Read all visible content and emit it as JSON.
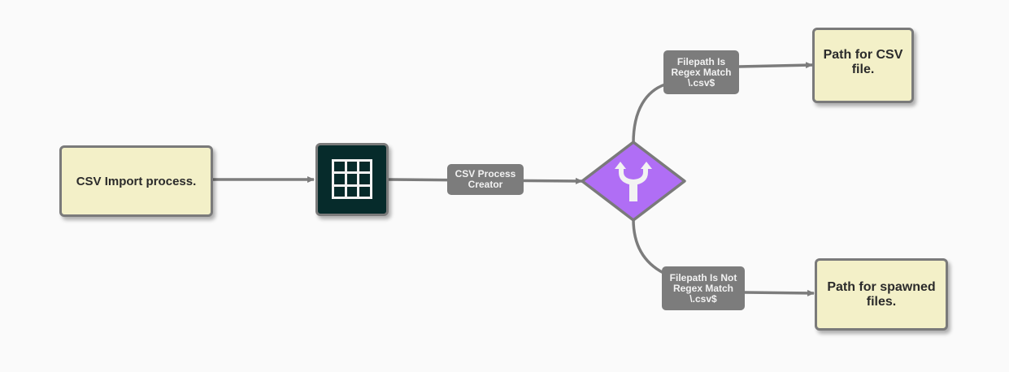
{
  "nodes": {
    "start": "CSV Import process.",
    "csv_match": "Path for CSV file.",
    "spawned": "Path for spawned files."
  },
  "edges": {
    "process_creator": "CSV Process\nCreator",
    "is_match": "Filepath Is\nRegex Match\n\\.csv$",
    "not_match": "Filepath Is Not\nRegex Match\n\\.csv$"
  },
  "icons": {
    "table": "table-icon",
    "branch": "split-arrow-icon"
  },
  "colors": {
    "node_fill": "#f3f0c8",
    "table_node": "#062b2b",
    "decision": "#b06ef5",
    "edge": "#7c7c7c"
  }
}
